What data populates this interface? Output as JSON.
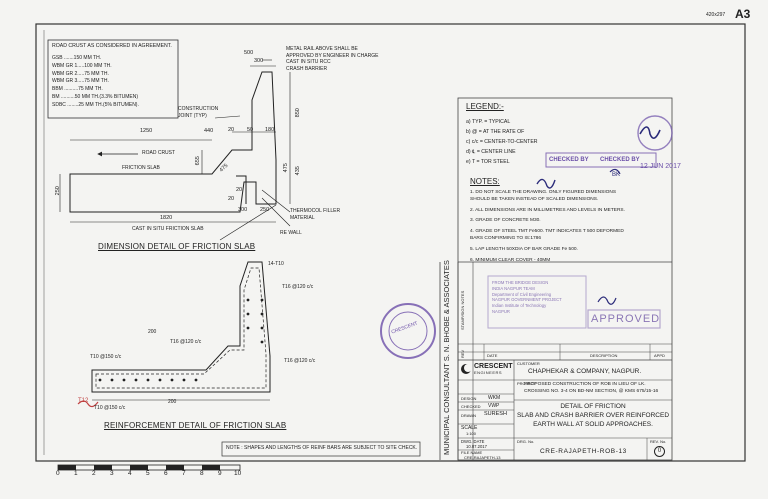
{
  "sheet": {
    "code": "420x297",
    "size": "A3"
  },
  "crust": {
    "title": "ROAD CRUST AS CONSIDERED IN AGREEMENT.",
    "items": [
      "GSB .......150 MM TH.",
      "WBM GR 1.....100 MM TH.",
      "WBM GR 2.....75 MM TH.",
      "WBM GR 3.....75 MM TH.",
      "BBM ..........75 MM TH.",
      "BM ..........50 MM TH.(3.3% BITUMEN)",
      "SDBC ........25 MM TH.(5% BITUMEN)."
    ]
  },
  "dimension_detail": {
    "title": "DIMENSION DETAIL OF FRICTION SLAB",
    "dims": [
      "500",
      "300",
      "1250",
      "440",
      "20",
      "50",
      "180",
      "850",
      "475",
      "435",
      "655",
      "475",
      "250",
      "20",
      "20",
      "1820",
      "300",
      "250"
    ],
    "callouts": {
      "metal_rail": [
        "METAL RAIL ABOVE SHALL BE",
        "APPROVED BY ENGINEER IN CHARGE",
        "CAST IN SITU RCC",
        "CRASH BARRIER"
      ],
      "construction_joint": [
        "CONSTRUCTION",
        "JOINT (TYP)"
      ],
      "road_crust": "ROAD CRUST",
      "friction_slab": "FRICTION SLAB",
      "cast_in_situ": "CAST IN SITU FRICTION SLAB",
      "thermocol": [
        "THERMOCOL FILLER",
        "MATERIAL"
      ],
      "re_wall": "RE WALL"
    }
  },
  "reinforcement_detail": {
    "title": "REINFORCEMENT DETAIL OF FRICTION SLAB",
    "bars": [
      "14-T10",
      "T16 @120 c/c",
      "200",
      "T16 @120 c/c",
      "T10 @150 c/c",
      "T16 @120 c/c",
      "T10 @150 c/c",
      "200",
      "T12"
    ],
    "note": "NOTE : SHAPES AND LENGTHS OF REINF BARS ARE SUBJECT TO SITE CHECK."
  },
  "scale_bar": [
    "0",
    "1",
    "2",
    "3",
    "4",
    "5",
    "6",
    "7",
    "8",
    "9",
    "10"
  ],
  "legend": {
    "title": "LEGEND:-",
    "items": [
      "a)  TYP.  =  TYPICAL",
      "b)  @   =  AT THE RATE OF",
      "c)  c/c  =  CENTER-TO-CENTER",
      "d)  ℄   =  CENTER LINE",
      "e)  T    =  TOR STEEL"
    ]
  },
  "notes": {
    "title": "NOTES:",
    "items": [
      "1. DO NOT SCALE THE DRAWING. ONLY FIGURED DIMENSIONS",
      "    SHOULD BE TAKEN INSTEAD OF SCALED DIMENSIONS.",
      "2. ALL DIMENSIONS ARE IN MILLIMETRES AND LEVELS IN METERS.",
      "3. GRADE OF CONCRETE M30.",
      "4. GRADE OF STEEL TMT Fe500. TMT INDICATES T 500 DEFORMED",
      "    BARS CONFIRMING TO IS:1786",
      "5. LAP LENGTH 50XDIA OF BAR GRADE Fe 500.",
      "6. MINIMUM CLEAR COVER - 40MM"
    ]
  },
  "stamps": {
    "checked_by": "CHECKED BY",
    "date": "12 JUN 2017",
    "initials": "BK",
    "approved": "APPROVED",
    "round_seal": "CRESCENT",
    "block_lines": [
      "FROM THE BRIDGE DESIGN",
      "INDIA NAGPUR TEAM",
      "Department of Civil Engineering",
      "NAGPUR GOVERNMENT PROJECT",
      "Indian Institute of Technology",
      "NAGPUR",
      ""
    ]
  },
  "title_block": {
    "consultant": "MUNICIPAL CONSULTANT    S. N. BHOBE & ASSOCIATES",
    "stamp_sign_label": "STAMP/SIGN  NOTES",
    "rev_label": "REV",
    "rev_header": {
      "date": "DATE",
      "description": "DESCRIPTION",
      "appd": "APPD"
    },
    "company": "CRESCENT",
    "company_sub": "ENGINEERS",
    "customer_label": "CUSTOMER",
    "customer": "CHAPHEKAR & COMPANY, NAGPUR.",
    "project_label": "PROJECT",
    "project": [
      "PROPOSED CONSTRUCTION OF ROB IN LIEU OF LK.",
      "CROSSING NO. 3-4 ON BD-NM SECTION, @ KMS 675/15-16"
    ],
    "drawing_title": [
      "DETAIL OF FRICTION",
      "SLAB AND CRASH BARRIER OVER REINFORCED",
      "EARTH WALL AT SOLID APPROACHES."
    ],
    "rows": {
      "design": {
        "label": "DESIGN",
        "value": "WKM"
      },
      "checked": {
        "label": "CHECKED",
        "value": "VWP"
      },
      "drawn": {
        "label": "DRAWN",
        "value": "SURESH"
      },
      "scale": {
        "label": "SCALE",
        "value": "1:100"
      },
      "date": {
        "label": "DWG. DATE",
        "value": "10.07.2017"
      },
      "file_name": {
        "label": "FILE NAME",
        "value": "CRE-RAJAPETH-13"
      }
    },
    "drg_no_label": "DRG. No.",
    "drg_no": "CRE-RAJAPETH-ROB-13",
    "rev_no_label": "REV. No.",
    "rev_no": "0"
  }
}
